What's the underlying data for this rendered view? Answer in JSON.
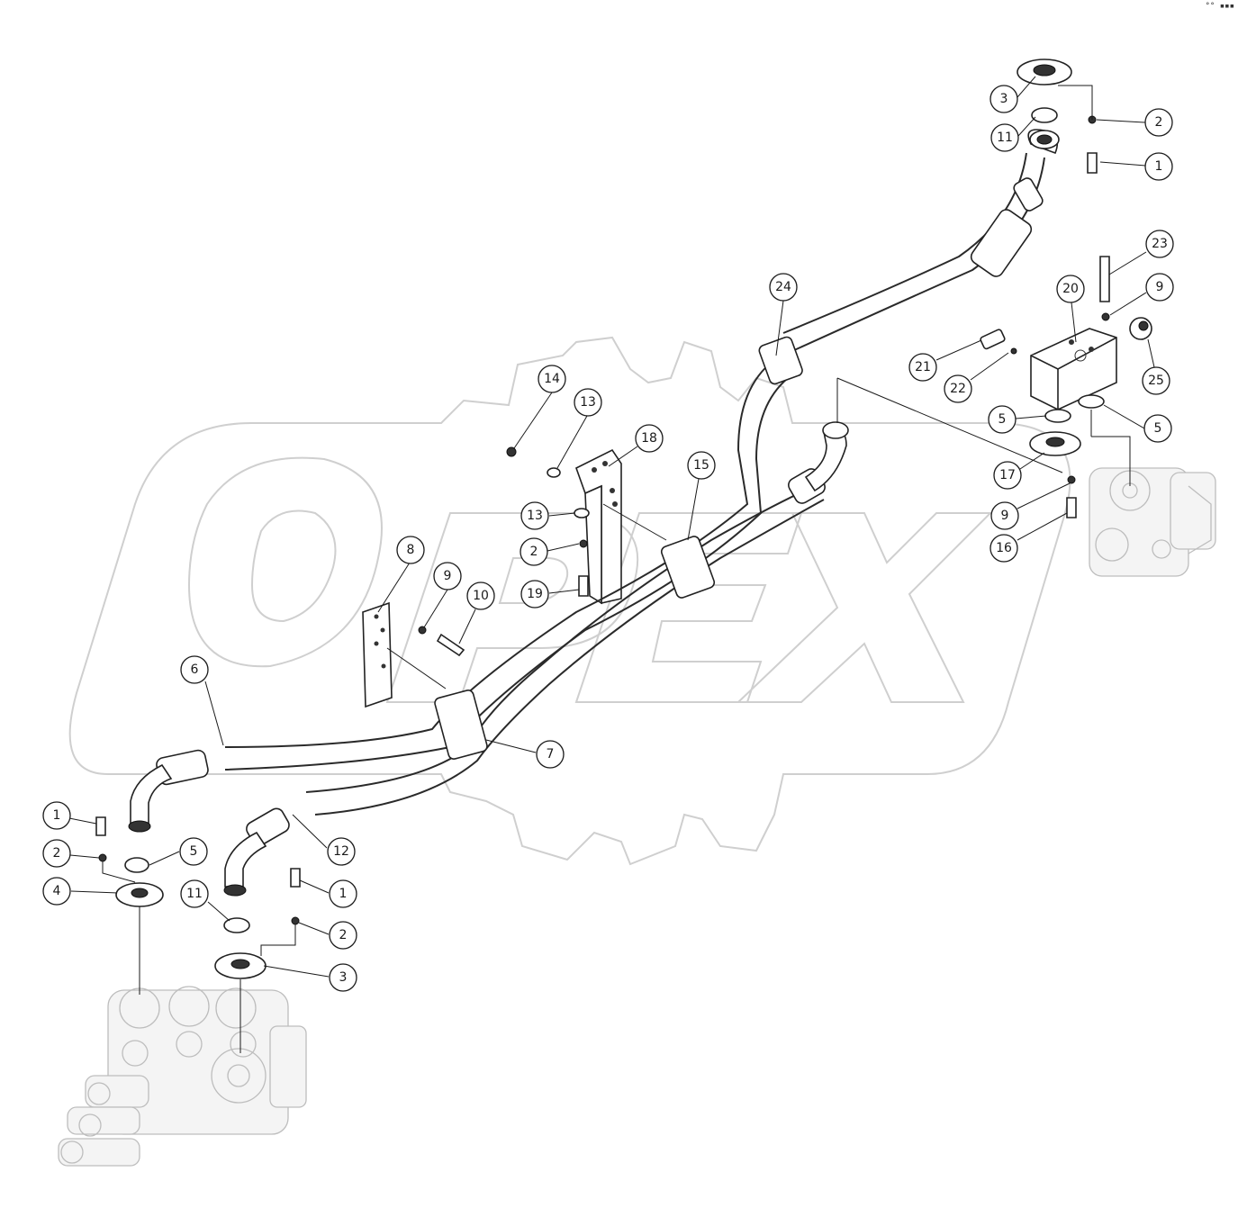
{
  "watermark": {
    "text": "OPEX"
  },
  "corner_mark": "°° ▪▪▪",
  "callouts": [
    {
      "id": "c3-top",
      "label": "3"
    },
    {
      "id": "c11-top",
      "label": "11"
    },
    {
      "id": "c2-top",
      "label": "2"
    },
    {
      "id": "c1-top",
      "label": "1"
    },
    {
      "id": "c23",
      "label": "23"
    },
    {
      "id": "c20",
      "label": "20"
    },
    {
      "id": "c9-r",
      "label": "9"
    },
    {
      "id": "c24",
      "label": "24"
    },
    {
      "id": "c21",
      "label": "21"
    },
    {
      "id": "c22",
      "label": "22"
    },
    {
      "id": "c25",
      "label": "25"
    },
    {
      "id": "c5-ml",
      "label": "5"
    },
    {
      "id": "c5-mr",
      "label": "5"
    },
    {
      "id": "c14",
      "label": "14"
    },
    {
      "id": "c13-a",
      "label": "13"
    },
    {
      "id": "c18",
      "label": "18"
    },
    {
      "id": "c17",
      "label": "17"
    },
    {
      "id": "c15",
      "label": "15"
    },
    {
      "id": "c13-b",
      "label": "13"
    },
    {
      "id": "c9-mr",
      "label": "9"
    },
    {
      "id": "c2-m",
      "label": "2"
    },
    {
      "id": "c16",
      "label": "16"
    },
    {
      "id": "c19",
      "label": "19"
    },
    {
      "id": "c8",
      "label": "8"
    },
    {
      "id": "c9-l",
      "label": "9"
    },
    {
      "id": "c10",
      "label": "10"
    },
    {
      "id": "c6",
      "label": "6"
    },
    {
      "id": "c7",
      "label": "7"
    },
    {
      "id": "c1-bl",
      "label": "1"
    },
    {
      "id": "c12",
      "label": "12"
    },
    {
      "id": "c2-bl",
      "label": "2"
    },
    {
      "id": "c5-bl",
      "label": "5"
    },
    {
      "id": "c4",
      "label": "4"
    },
    {
      "id": "c11-b",
      "label": "11"
    },
    {
      "id": "c1-bm",
      "label": "1"
    },
    {
      "id": "c2-bm",
      "label": "2"
    },
    {
      "id": "c3-b",
      "label": "3"
    }
  ]
}
